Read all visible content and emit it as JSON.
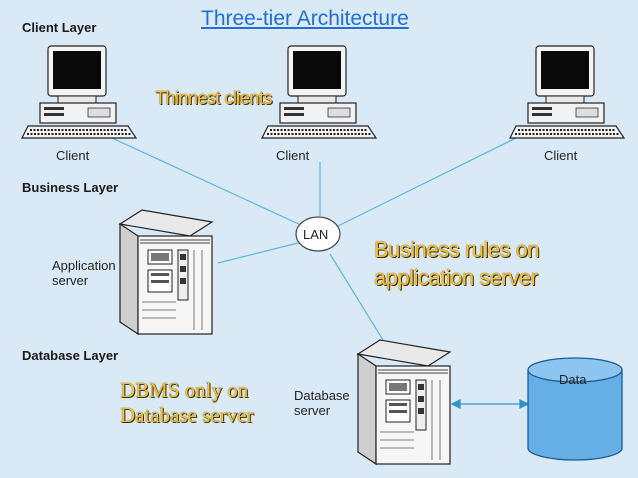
{
  "title": "Three-tier Architecture",
  "layers": {
    "client": "Client Layer",
    "business": "Business Layer",
    "database": "Database Layer"
  },
  "clients": [
    "Client",
    "Client",
    "Client"
  ],
  "hub": "LAN",
  "app_server": {
    "line1": "Application",
    "line2": "server"
  },
  "db_server": {
    "line1": "Database",
    "line2": "server"
  },
  "data_store": "Data",
  "annotations": {
    "thin_clients": "Thinnest clients",
    "business_rules_1": "Business rules on",
    "business_rules_2": "application server",
    "dbms_1": "DBMS only on",
    "dbms_2": "Database server"
  }
}
